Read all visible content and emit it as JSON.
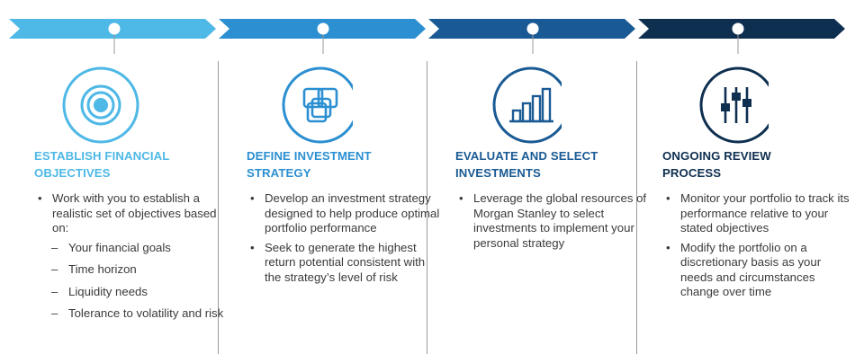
{
  "colors": {
    "stage1": "#4eb8e6",
    "stage2": "#2b8fd1",
    "stage3": "#1a5a94",
    "stage4": "#0f2f50",
    "text": "#3a3a3a"
  },
  "stages": [
    {
      "title_line1": "ESTABLISH FINANCIAL",
      "title_line2": "OBJECTIVES",
      "icon": "target-icon",
      "items": [
        {
          "text": "Work with you to establish a realistic set of objectives based on:"
        },
        {
          "text": "Your financial goals",
          "sub": true
        },
        {
          "text": "Time horizon",
          "sub": true
        },
        {
          "text": "Liquidity needs",
          "sub": true
        },
        {
          "text": "Tolerance to volatility and risk",
          "sub": true
        }
      ]
    },
    {
      "title_line1": "DEFINE INVESTMENT",
      "title_line2": "STRATEGY",
      "icon": "overlapping-squares-icon",
      "items": [
        {
          "text": "Develop an investment strategy designed to help produce optimal portfolio performance"
        },
        {
          "text": "Seek to generate the highest return potential consistent with the strategy’s level of risk"
        }
      ]
    },
    {
      "title_line1": "EVALUATE AND SELECT",
      "title_line2": "INVESTMENTS",
      "icon": "bar-chart-icon",
      "items": [
        {
          "text": "Leverage the global resources of Morgan Stanley to select investments to implement your personal strategy"
        }
      ]
    },
    {
      "title_line1": "ONGOING REVIEW",
      "title_line2": "PROCESS",
      "icon": "sliders-icon",
      "items": [
        {
          "text": "Monitor your portfolio to track its performance relative to your stated objectives"
        },
        {
          "text": "Modify the portfolio on a discretionary basis as your needs and  circumstances change over time"
        }
      ]
    }
  ]
}
